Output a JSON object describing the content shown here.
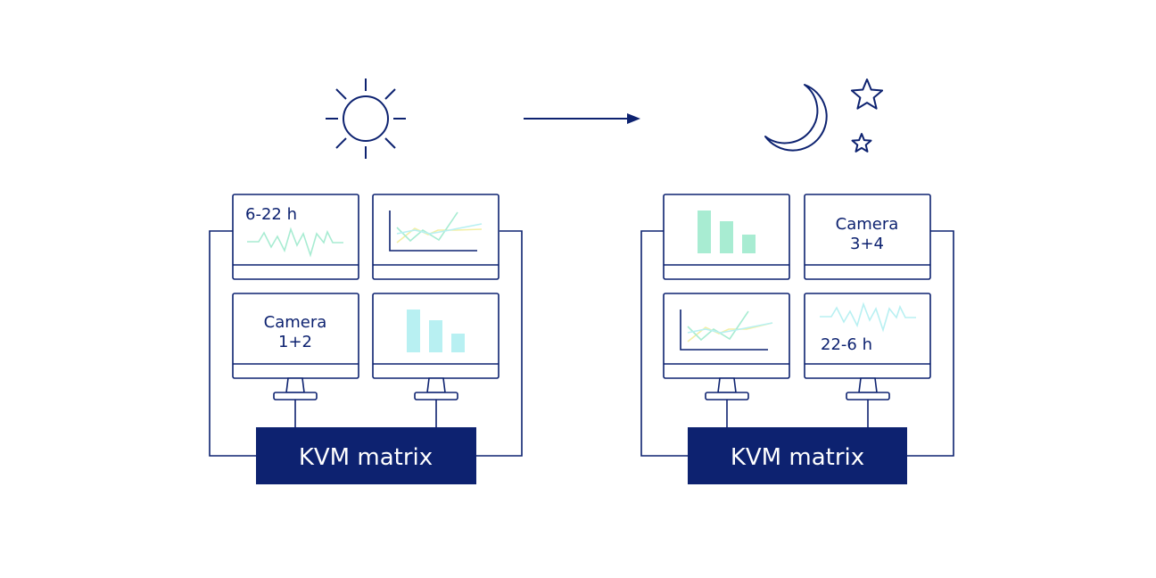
{
  "colors": {
    "navy": "#0d2270",
    "mint": "#a8ecd2",
    "cyan": "#b8f0f2",
    "yellow": "#f3efa5",
    "white": "#ffffff"
  },
  "icons": {
    "left_top": "sun-icon",
    "arrow": "arrow-right-icon",
    "right_top": [
      "crescent-moon-icon",
      "star-icon",
      "star-icon"
    ]
  },
  "day_setup": {
    "monitors": {
      "top_left": {
        "label": "6-22 h",
        "content": "line-graph"
      },
      "top_right": {
        "content": "line-chart-with-axes"
      },
      "bottom_left": {
        "label_line1": "Camera",
        "label_line2": "1+2"
      },
      "bottom_right": {
        "content": "bar-chart"
      }
    },
    "kvm": {
      "label": "KVM matrix"
    }
  },
  "night_setup": {
    "monitors": {
      "top_left": {
        "content": "bar-chart"
      },
      "top_right": {
        "label_line1": "Camera",
        "label_line2": "3+4"
      },
      "bottom_left": {
        "content": "line-chart-with-axes"
      },
      "bottom_right": {
        "label": "22-6 h",
        "content": "line-graph"
      }
    },
    "kvm": {
      "label": "KVM matrix"
    }
  }
}
